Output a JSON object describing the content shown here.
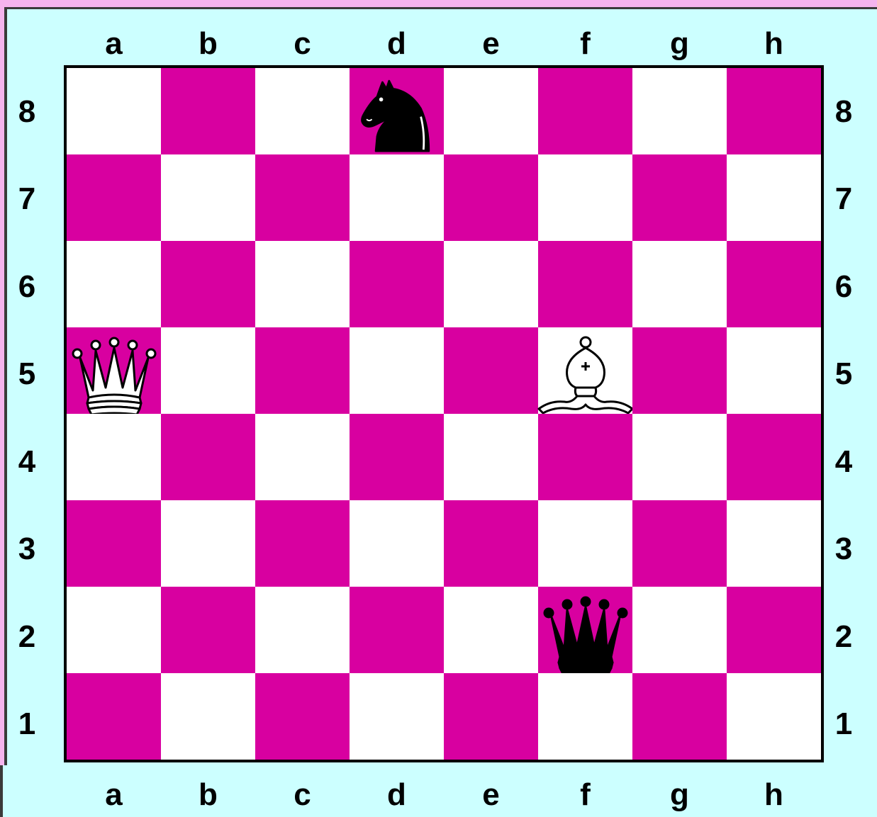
{
  "board": {
    "files": [
      "a",
      "b",
      "c",
      "d",
      "e",
      "f",
      "g",
      "h"
    ],
    "ranks": [
      "8",
      "7",
      "6",
      "5",
      "4",
      "3",
      "2",
      "1"
    ],
    "colors": {
      "light": "#ffffff",
      "dark": "#d800a0",
      "border": "#ccffff"
    },
    "pieces": [
      {
        "square": "d8",
        "color": "black",
        "type": "knight",
        "icon": "black-knight-icon"
      },
      {
        "square": "a5",
        "color": "white",
        "type": "queen",
        "icon": "white-queen-icon"
      },
      {
        "square": "f5",
        "color": "white",
        "type": "bishop",
        "icon": "white-bishop-icon"
      },
      {
        "square": "f2",
        "color": "black",
        "type": "queen",
        "icon": "black-queen-icon"
      }
    ]
  }
}
